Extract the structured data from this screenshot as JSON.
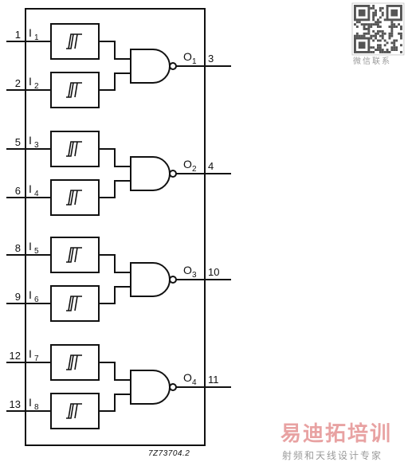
{
  "channels": [
    {
      "pin_a": "1",
      "in_a": "I",
      "in_a_sub": "1",
      "pin_b": "2",
      "in_b": "I",
      "in_b_sub": "2",
      "out": "O",
      "out_sub": "1",
      "out_pin": "3"
    },
    {
      "pin_a": "5",
      "in_a": "I",
      "in_a_sub": "3",
      "pin_b": "6",
      "in_b": "I",
      "in_b_sub": "4",
      "out": "O",
      "out_sub": "2",
      "out_pin": "4"
    },
    {
      "pin_a": "8",
      "in_a": "I",
      "in_a_sub": "5",
      "pin_b": "9",
      "in_b": "I",
      "in_b_sub": "6",
      "out": "O",
      "out_sub": "3",
      "out_pin": "10"
    },
    {
      "pin_a": "12",
      "in_a": "I",
      "in_a_sub": "7",
      "pin_b": "13",
      "in_b": "I",
      "in_b_sub": "8",
      "out": "O",
      "out_sub": "4",
      "out_pin": "11"
    }
  ],
  "figure_code": "7Z73704.2",
  "watermark": {
    "qr_label": "微信联系",
    "brand_main": "易迪拓培训",
    "brand_sub": "射频和天线设计专家"
  }
}
